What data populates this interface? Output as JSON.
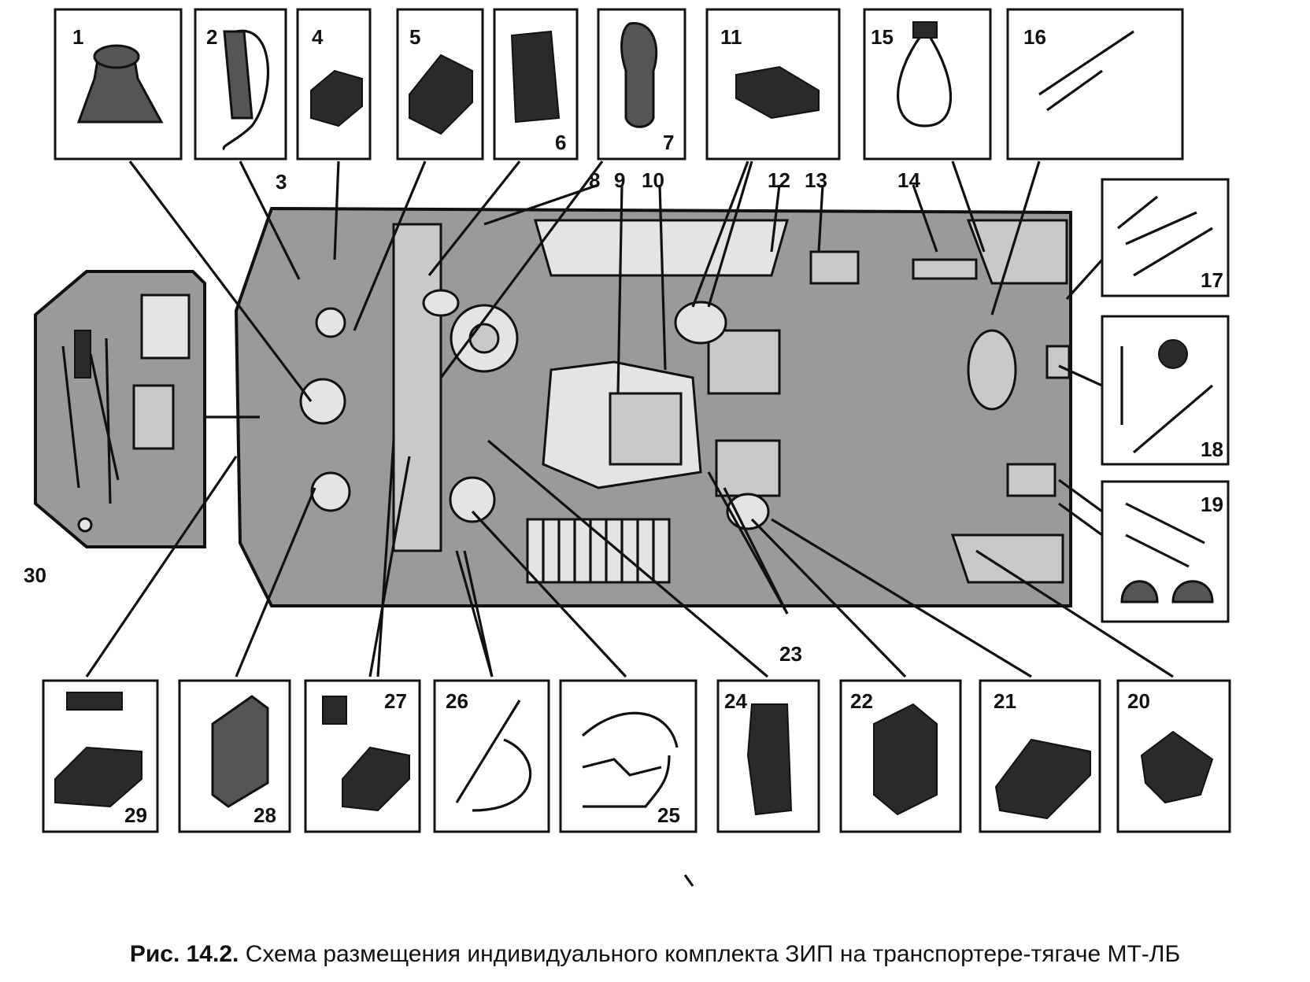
{
  "caption": {
    "prefix": "Рис. 14.2.",
    "text": "Схема размещения индивидуального комплекта ЗИП на транспортере-тягаче МТ-ЛБ"
  },
  "labels": {
    "l1": "1",
    "l2": "2",
    "l3": "3",
    "l4": "4",
    "l5": "5",
    "l6": "6",
    "l7": "7",
    "l8": "8",
    "l9": "9",
    "l10": "10",
    "l11": "11",
    "l12": "12",
    "l13": "13",
    "l14": "14",
    "l15": "15",
    "l16": "16",
    "l17": "17",
    "l18": "18",
    "l19": "19",
    "l20": "20",
    "l21": "21",
    "l22": "22",
    "l23": "23",
    "l24": "24",
    "l25": "25",
    "l26": "26",
    "l27": "27",
    "l28": "28",
    "l29": "29",
    "l30": "30"
  }
}
